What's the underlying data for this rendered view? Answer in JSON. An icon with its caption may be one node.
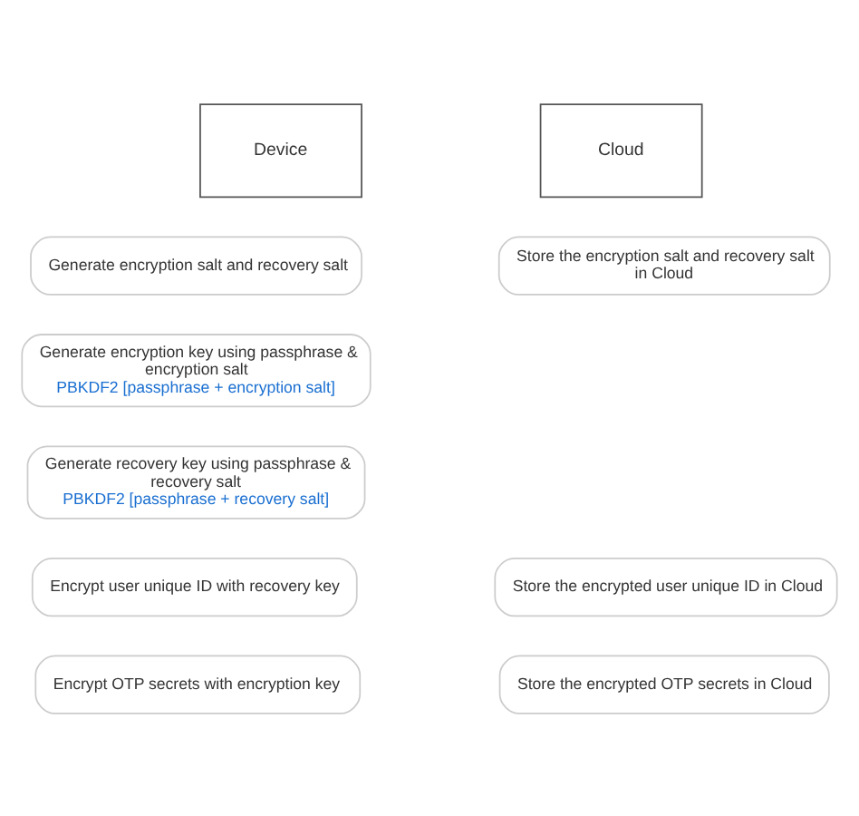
{
  "diagram": {
    "nodes": [
      {
        "text": [
          "Device"
        ]
      },
      {
        "text": [
          "Cloud"
        ]
      },
      {
        "text": [
          "Generate encryption salt and recovery salt"
        ]
      },
      {
        "text": [
          "Store the encryption salt and recovery salt in Cloud"
        ]
      },
      {
        "text": [
          "Generate encryption key using passphrase & encryption salt",
          "PBKDF2 [passphrase + encryption salt]"
        ]
      },
      {
        "text": [
          "Generate recovery key using passphrase & recovery salt",
          "PBKDF2 [passphrase + recovery salt]"
        ]
      },
      {
        "text": [
          "Encrypt user unique ID with recovery key"
        ]
      },
      {
        "text": [
          "Store the encrypted user unique ID in Cloud"
        ]
      },
      {
        "text": [
          "Encrypt OTP secrets with encryption key"
        ]
      },
      {
        "text": [
          "Store the encrypted OTP secrets in Cloud"
        ]
      }
    ]
  }
}
